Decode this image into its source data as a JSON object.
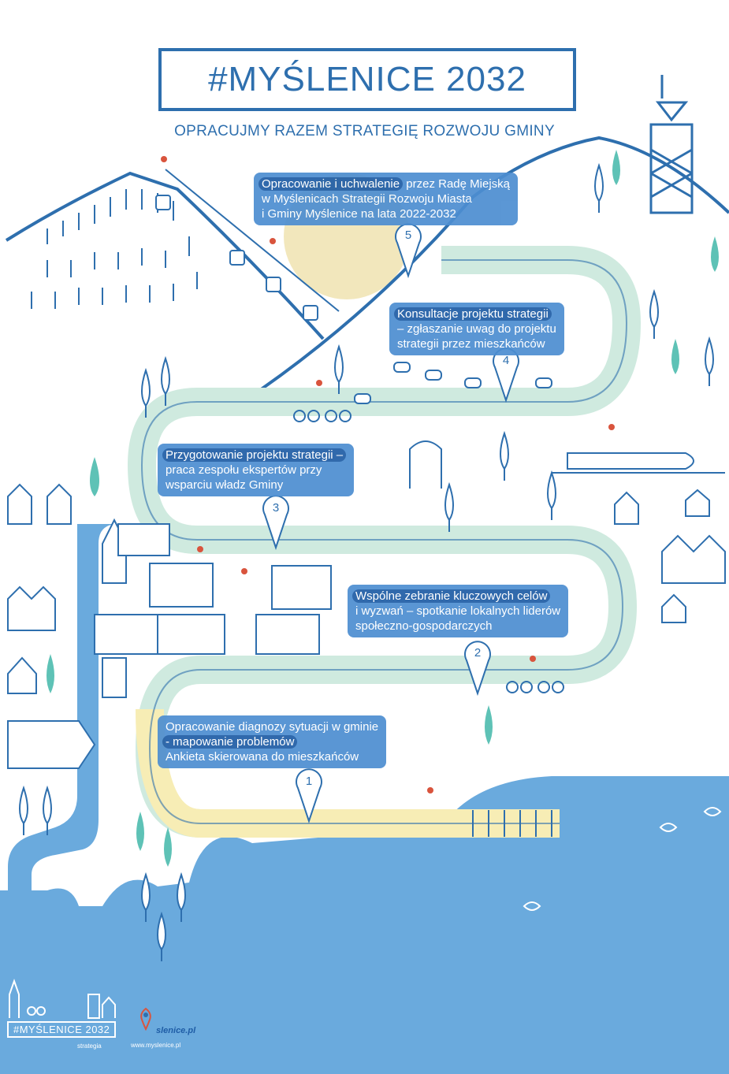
{
  "title": "#MYŚLENICE 2032",
  "subtitle": "OPRACUJMY RAZEM STRATEGIĘ ROZWOJU GMINY",
  "steps": [
    {
      "number": "5",
      "lines": [
        "Opracowanie i uchwalenie przez Radę Miejską",
        "w Myślenicach Strategii Rozwoju Miasta",
        "i Gminy Myślenice na lata 2022-2032"
      ],
      "highlight": "Opracowanie i uchwalenie"
    },
    {
      "number": "4",
      "lines": [
        "Konsultacje projektu strategii",
        "– zgłaszanie uwag do projektu",
        "strategii przez mieszkańców"
      ],
      "highlight": "Konsultacje projektu strategii"
    },
    {
      "number": "3",
      "lines": [
        "Przygotowanie projektu strategii –",
        "praca zespołu ekspertów przy",
        "wsparciu władz Gminy"
      ],
      "highlight": "Przygotowanie projektu strategii –"
    },
    {
      "number": "2",
      "lines": [
        "Wspólne zebranie kluczowych celów",
        "i wyzwań – spotkanie lokalnych liderów",
        "społeczno-gospodarczych"
      ],
      "highlight": "Wspólne zebranie kluczowych celów"
    },
    {
      "number": "1",
      "lines": [
        "Opracowanie diagnozy sytuacji w gminie",
        "- mapowanie problemów",
        "Ankieta skierowana do mieszkańców"
      ],
      "highlight": "- mapowanie problemów"
    }
  ],
  "footer": {
    "logo_text": "#MYŚLENICE 2032",
    "logo_tag": "strategia",
    "site_name": "slenice.pl",
    "site_url": "www.myslenice.pl"
  },
  "colors": {
    "primary": "#2e6fae",
    "box": "#4d8ed1",
    "highlight": "#1f5da6",
    "water": "#6aaadd",
    "road_green": "#cfeadf",
    "road_yellow": "#f7edb5",
    "sun": "#f1e4b5",
    "heart": "#d9543d",
    "tree": "#5ec2b6"
  },
  "icons": [
    "mountain",
    "cable-car",
    "tower",
    "tree",
    "bicycle",
    "church",
    "house",
    "train",
    "speech-bubble",
    "heart",
    "fish",
    "horse",
    "map-pin"
  ]
}
